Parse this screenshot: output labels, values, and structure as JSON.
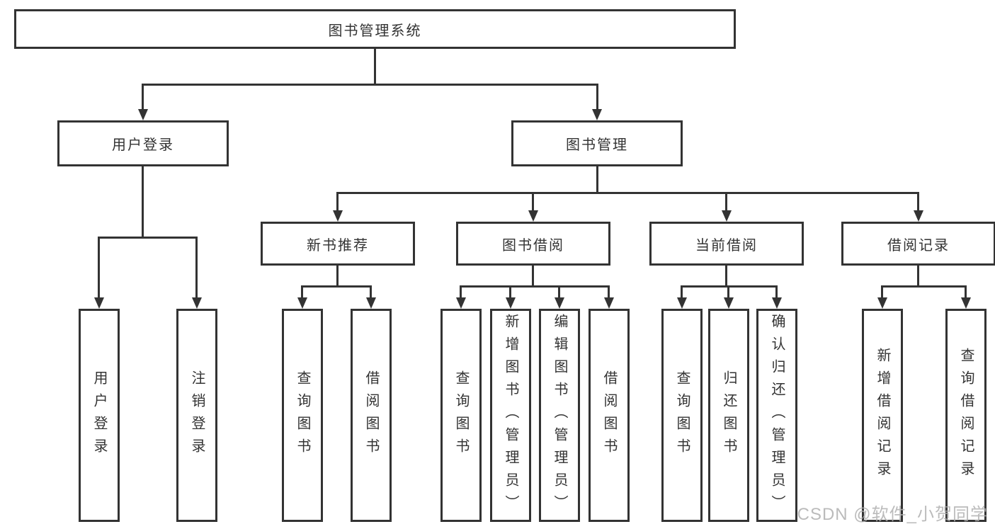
{
  "diagram_title": "图书管理系统",
  "tree": {
    "label": "图书管理系统",
    "children": [
      {
        "label": "用户登录",
        "children": [
          {
            "label": "用户登录"
          },
          {
            "label": "注销登录"
          }
        ]
      },
      {
        "label": "图书管理",
        "children": [
          {
            "label": "新书推荐",
            "children": [
              {
                "label": "查询图书"
              },
              {
                "label": "借阅图书"
              }
            ]
          },
          {
            "label": "图书借阅",
            "children": [
              {
                "label": "查询图书"
              },
              {
                "label": "新增图书（管理员）"
              },
              {
                "label": "编辑图书（管理员）"
              },
              {
                "label": "借阅图书"
              }
            ]
          },
          {
            "label": "当前借阅",
            "children": [
              {
                "label": "查询图书"
              },
              {
                "label": "归还图书"
              },
              {
                "label": "确认归还（管理员）"
              }
            ]
          },
          {
            "label": "借阅记录",
            "children": [
              {
                "label": "新增借阅记录"
              },
              {
                "label": "查询借阅记录"
              }
            ]
          }
        ]
      }
    ]
  },
  "watermark": {
    "text": "CSDN @软件_小贺同学"
  },
  "colors": {
    "line": "#333333",
    "text": "#333333",
    "background": "#ffffff",
    "watermark": "#b0b0b0"
  }
}
